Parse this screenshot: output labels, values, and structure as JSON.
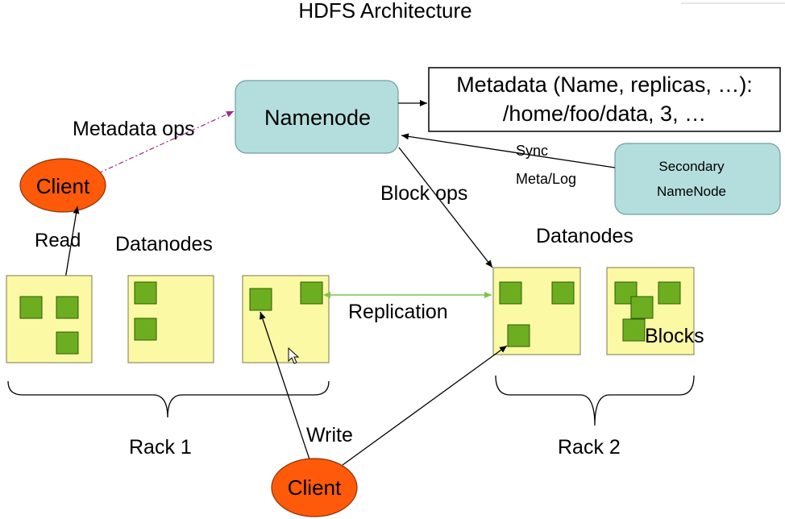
{
  "title": "HDFS Architecture",
  "namenode": {
    "label": "Namenode"
  },
  "metadata": {
    "line1": "Metadata (Name, replicas, …):",
    "line2": "/home/foo/data, 3, …"
  },
  "secondary_namenode": {
    "line1": "Secondary",
    "line2": "NameNode"
  },
  "edges": {
    "metadata_ops": "Metadata ops",
    "sync": "Sync",
    "meta_log": "Meta/Log",
    "block_ops": "Block ops",
    "read": "Read",
    "write": "Write",
    "replication": "Replication"
  },
  "clients": [
    {
      "label": "Client"
    },
    {
      "label": "Client"
    }
  ],
  "racks": [
    {
      "label": "Rack 1",
      "datanodes_label": "Datanodes"
    },
    {
      "label": "Rack 2",
      "datanodes_label": "Datanodes"
    }
  ],
  "blocks_label": "Blocks",
  "colors": {
    "node": "#b4dedd",
    "client": "#ff5a0a",
    "datanode": "#fbf9a3",
    "block": "#6cae1f",
    "replication": "#7cc34c",
    "metadata_ops_line": "#9a2a8e"
  }
}
